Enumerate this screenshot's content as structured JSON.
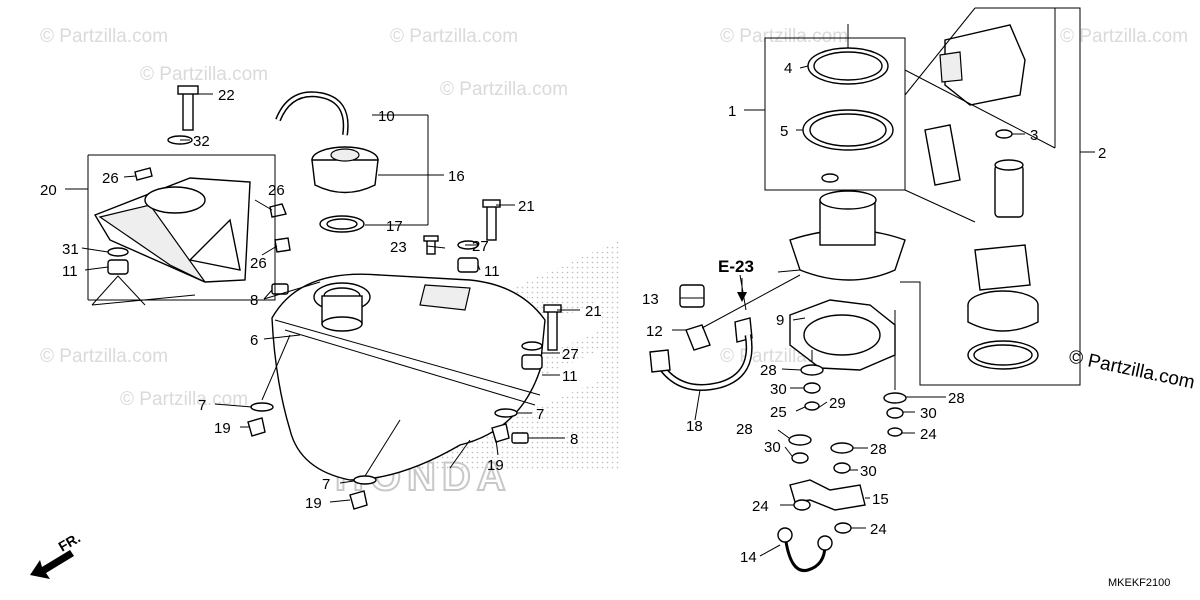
{
  "diagram": {
    "watermark_text": "© Partzilla.com",
    "copyright_text": "© Partzilla.com",
    "brand_text": "HONDA",
    "section_ref": "E-23",
    "diagram_code": "MKEKF2100",
    "direction_label": "FR.",
    "callouts": [
      "22",
      "32",
      "26",
      "20",
      "26",
      "31",
      "11",
      "26",
      "10",
      "16",
      "17",
      "21",
      "23",
      "27",
      "11",
      "8",
      "6",
      "21",
      "27",
      "11",
      "7",
      "19",
      "7",
      "8",
      "19",
      "7",
      "19",
      "4",
      "1",
      "5",
      "3",
      "2",
      "13",
      "12",
      "9",
      "18",
      "28",
      "30",
      "25",
      "29",
      "28",
      "28",
      "30",
      "30",
      "28",
      "24",
      "30",
      "15",
      "24",
      "24",
      "14"
    ]
  }
}
